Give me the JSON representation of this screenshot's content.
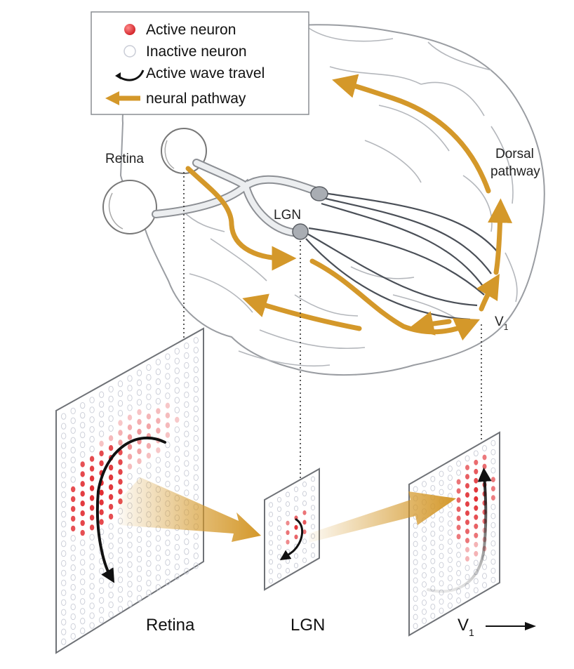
{
  "legend": {
    "active_neuron": "Active neuron",
    "inactive_neuron": "Inactive neuron",
    "active_wave_travel": "Active wave travel",
    "neural_pathway": "neural pathway"
  },
  "brain_labels": {
    "retina": "Retina",
    "lgn": "LGN",
    "dorsal_pathway_line1": "Dorsal",
    "dorsal_pathway_line2": "pathway",
    "v1": "V",
    "v1_subscript": "1"
  },
  "panel_labels": {
    "retina": "Retina",
    "lgn": "LGN",
    "v1": "V",
    "v1_subscript": "1"
  },
  "colors": {
    "active_neuron": "#e0262b",
    "inactive_neuron": "#c9ccd6",
    "pathway": "#d4982a",
    "brain_outline": "#9a9da2",
    "nerve": "#4a4f57"
  }
}
